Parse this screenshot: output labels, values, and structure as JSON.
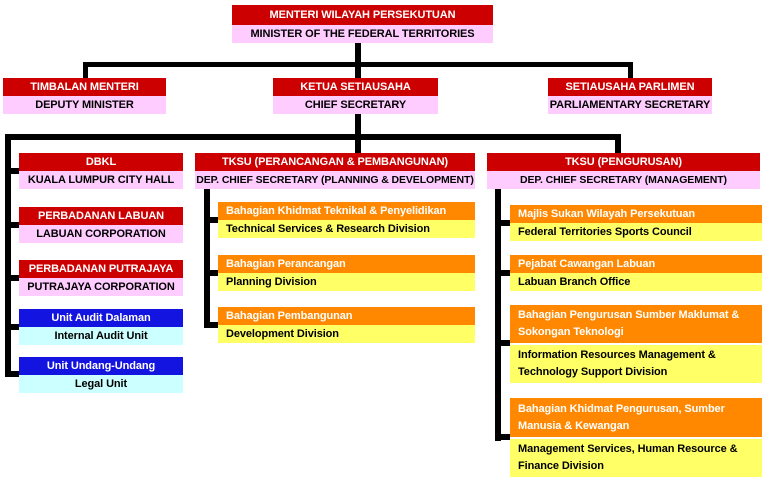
{
  "root": {
    "title": "MENTERI WILAYAH PERSEKUTUAN",
    "subtitle": "MINISTER OF THE FEDERAL TERRITORIES"
  },
  "level2": [
    {
      "title": "TIMBALAN MENTERI",
      "subtitle": "DEPUTY MINISTER"
    },
    {
      "title": "KETUA SETIAUSAHA",
      "subtitle": "CHIEF SECRETARY"
    },
    {
      "title": "SETIAUSAHA PARLIMEN",
      "subtitle": "PARLIAMENTARY SECRETARY"
    }
  ],
  "left": [
    {
      "title": "DBKL",
      "subtitle": "KUALA LUMPUR CITY HALL"
    },
    {
      "title": "PERBADANAN LABUAN",
      "subtitle": "LABUAN CORPORATION"
    },
    {
      "title": "PERBADANAN PUTRAJAYA",
      "subtitle": "PUTRAJAYA CORPORATION"
    },
    {
      "title": "Unit Audit Dalaman",
      "subtitle": "Internal Audit Unit"
    },
    {
      "title": "Unit Undang-Undang",
      "subtitle": "Legal Unit"
    }
  ],
  "mid": {
    "head": {
      "title": "TKSU (PERANCANGAN & PEMBANGUNAN)",
      "subtitle": "DEP. CHIEF SECRETARY (PLANNING & DEVELOPMENT)"
    },
    "items": [
      {
        "title": "Bahagian Khidmat Teknikal & Penyelidikan",
        "subtitle": "Technical Services & Research Division"
      },
      {
        "title": "Bahagian Perancangan",
        "subtitle": "Planning Division"
      },
      {
        "title": "Bahagian Pembangunan",
        "subtitle": "Development Division"
      }
    ]
  },
  "right": {
    "head": {
      "title": "TKSU (PENGURUSAN)",
      "subtitle": "DEP. CHIEF SECRETARY (MANAGEMENT)"
    },
    "items": [
      {
        "title": "Majlis Sukan Wilayah Persekutuan",
        "subtitle": "Federal Territories Sports Council"
      },
      {
        "title": "Pejabat Cawangan Labuan",
        "subtitle": "Labuan Branch Office"
      },
      {
        "title": "Bahagian Pengurusan Sumber Maklumat & Sokongan Teknologi",
        "subtitle": "Information Resources Management & Technology Support Division"
      },
      {
        "title": "Bahagian Khidmat Pengurusan, Sumber Manusia & Kewangan",
        "subtitle": "Management Services, Human Resource & Finance Division"
      }
    ]
  },
  "colors": {
    "red": "#CC0000",
    "pink": "#FFCCFF",
    "orange": "#FF8800",
    "yellow": "#FFFF66",
    "blue": "#1414E0",
    "cyan": "#CCFFFF",
    "line": "#000000"
  }
}
